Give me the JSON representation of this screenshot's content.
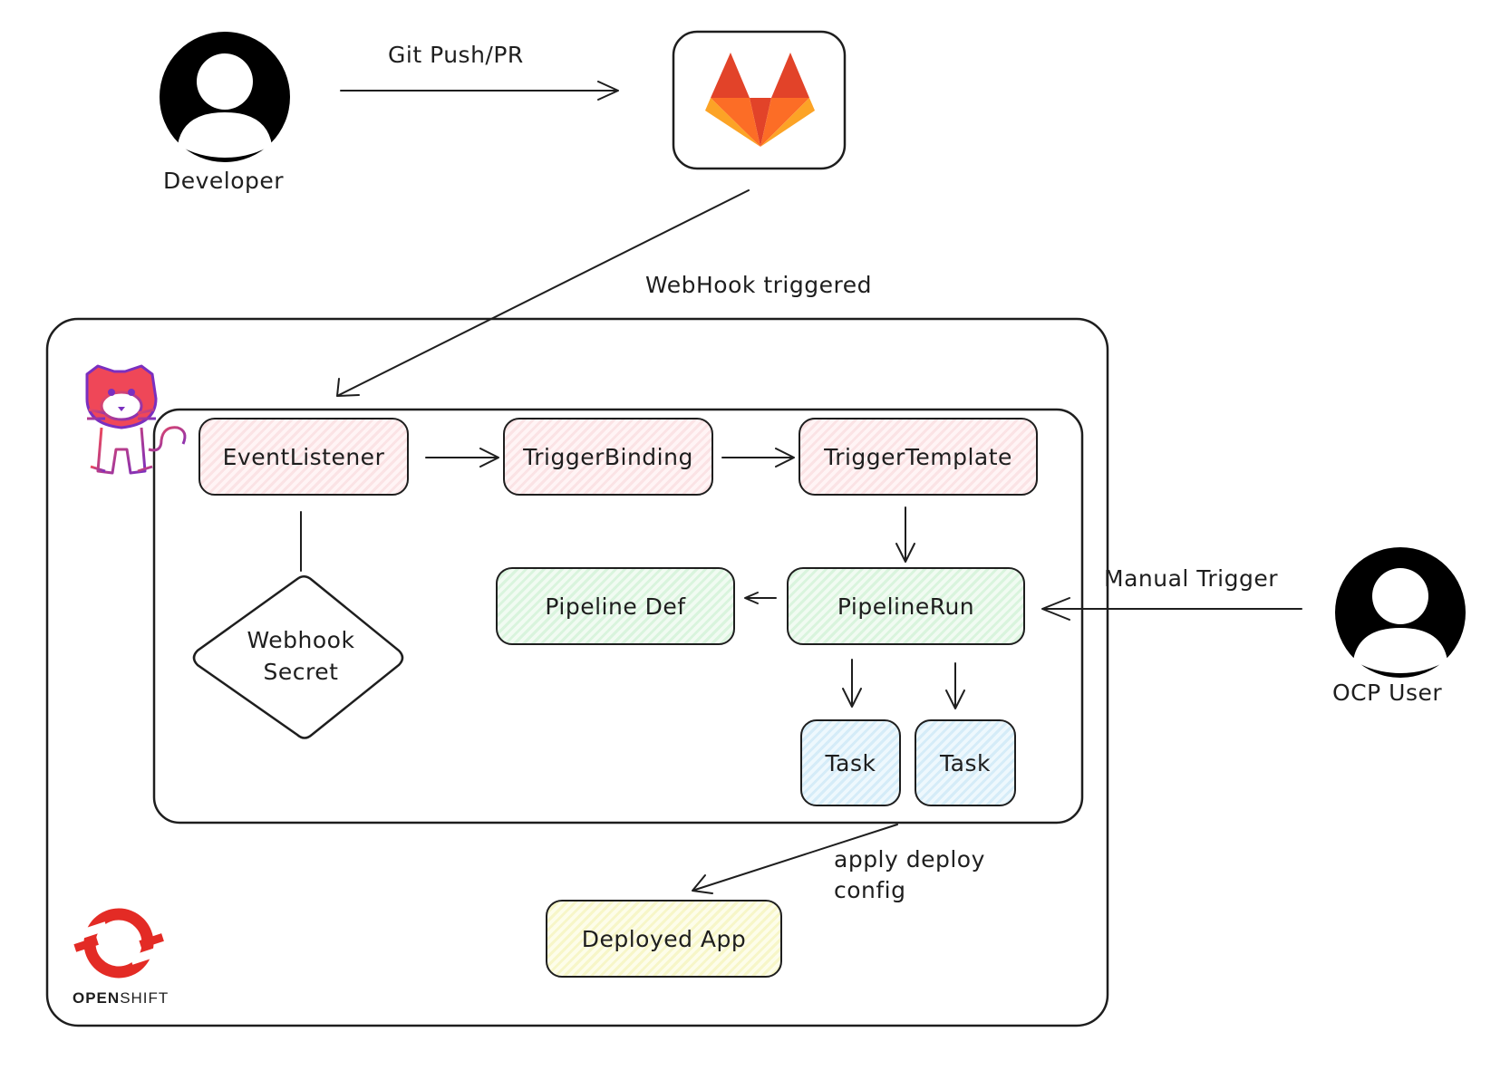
{
  "actors": {
    "developer": "Developer",
    "ocp_user": "OCP User"
  },
  "edges": {
    "git_push": "Git Push/PR",
    "webhook_triggered": "WebHook triggered",
    "manual_trigger": "Manual Trigger",
    "apply_deploy_line1": "apply deploy",
    "apply_deploy_line2": "config"
  },
  "nodes": {
    "event_listener": "EventListener",
    "trigger_binding": "TriggerBinding",
    "trigger_template": "TriggerTemplate",
    "pipeline_def": "Pipeline Def",
    "pipeline_run": "PipelineRun",
    "task_1": "Task",
    "task_2": "Task",
    "deployed_app": "Deployed App",
    "webhook_secret_line1": "Webhook",
    "webhook_secret_line2": "Secret"
  },
  "logos": {
    "openshift_bold": "OPEN",
    "openshift_regular": "SHIFT",
    "gitlab": "gitlab-logo",
    "tekton": "tekton-cat-logo"
  },
  "colors": {
    "gitlab_dark": "#e24329",
    "gitlab_mid": "#fc6d26",
    "gitlab_light": "#fca326",
    "openshift_red": "#e32b25",
    "tekton_red": "#e0303c"
  }
}
